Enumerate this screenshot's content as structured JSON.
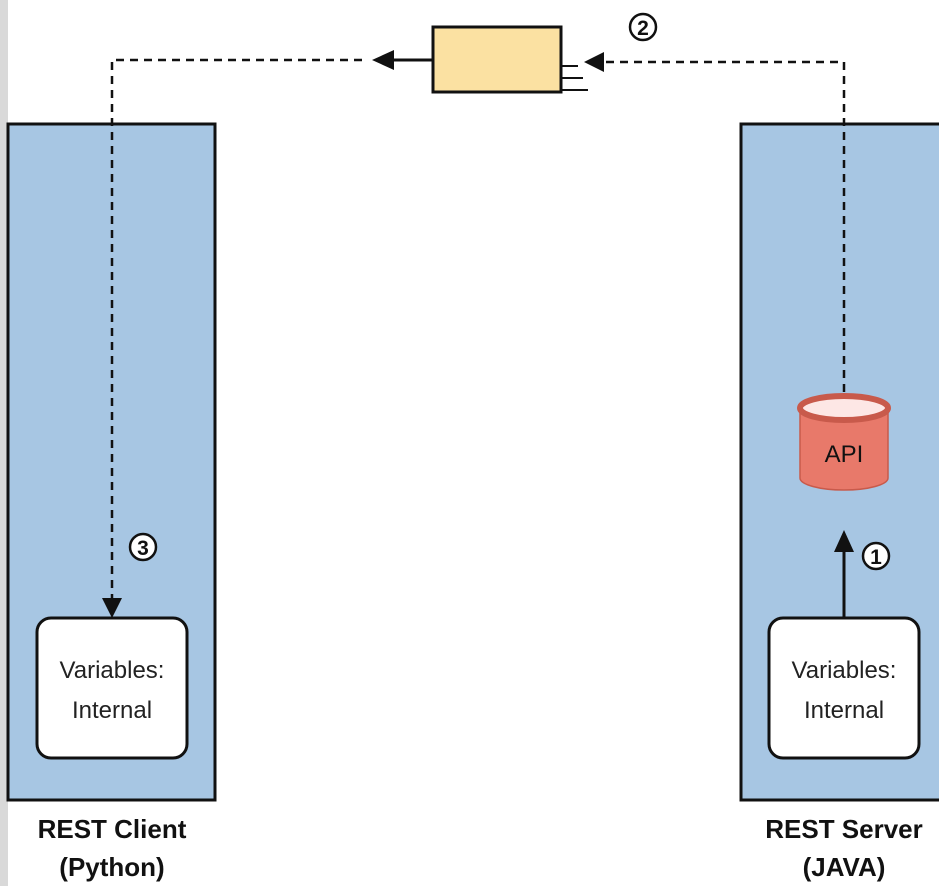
{
  "colors": {
    "panel_fill": "#a7c6e3",
    "left_strip": "#d9d9d9",
    "queue_fill": "#fbe1a2",
    "api_fill": "#e8796a",
    "api_top": "#fde7e5",
    "line": "#111111",
    "box_fill": "#ffffff"
  },
  "client": {
    "box_label_line1": "Variables:",
    "box_label_line2": "Internal",
    "caption_line1": "REST Client",
    "caption_line2": "(Python)"
  },
  "server": {
    "box_label_line1": "Variables:",
    "box_label_line2": "Internal",
    "api_label": "API",
    "caption_line1": "REST Server",
    "caption_line2": "(JAVA)"
  },
  "steps": {
    "step1": "1",
    "step2": "2",
    "step3": "3"
  }
}
